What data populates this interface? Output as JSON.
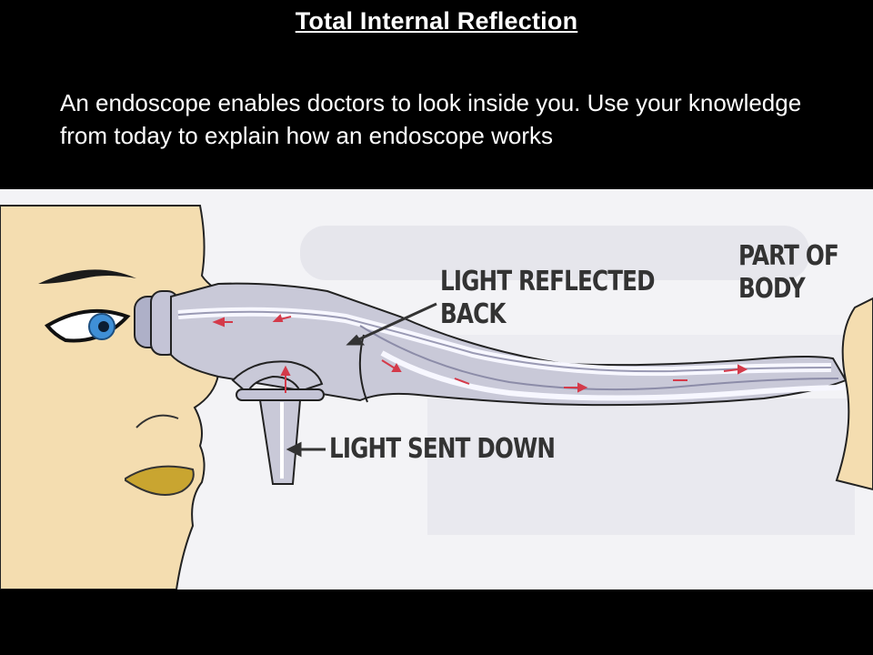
{
  "slide": {
    "title": "Total Internal Reflection",
    "body": "An endoscope enables doctors to look inside you.  Use your knowledge from today to explain how an endoscope works"
  },
  "figure": {
    "labels": {
      "light_reflected": "LIGHT REFLECTED",
      "back": "BACK",
      "light_sent": "LIGHT SENT DOWN",
      "part_of": "PART OF",
      "body": "BODY"
    }
  },
  "colors": {
    "background": "#000000",
    "text": "#ffffff",
    "skin": "#f4ddb0",
    "lips": "#c9a530",
    "iris": "#3f8fd6",
    "scope": "#bcbcd0",
    "arrow": "#d43a4a"
  },
  "icons": [
    "face-illustration",
    "endoscope-illustration",
    "light-path-arrows"
  ]
}
